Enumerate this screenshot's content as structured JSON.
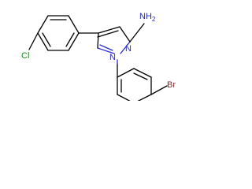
{
  "structure": {
    "atoms": {
      "amine": "NH",
      "amine_sub": "2",
      "n_ring_2": "N",
      "n_ring_1": "N",
      "chlorine": "Cl",
      "bromine": "Br"
    },
    "colors": {
      "nitrogen": "#2a2ad8",
      "chlorine": "#1a8a1a",
      "bromine": "#8b2a2a",
      "bond": "#000000"
    }
  }
}
